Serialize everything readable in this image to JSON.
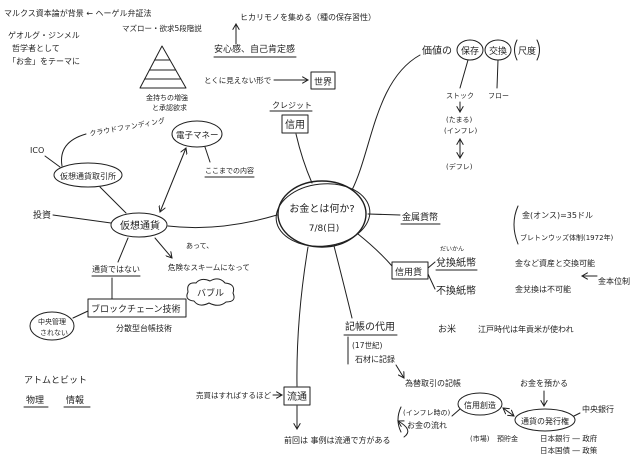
{
  "colors": {
    "ink": "#1f1f1f",
    "paper": "#ffffff"
  },
  "center": {
    "title": "お金とは何か?",
    "date": "7/8(日)"
  },
  "top_left": {
    "marx": "マルクス資本論が背景 ← ヘーゲル弁証法",
    "simmel": [
      "ゲオルグ・ジンメル",
      "哲学者として",
      "「お金」をテーマに"
    ]
  },
  "maslow": {
    "title": "マズロー・欲求5段階説",
    "note": [
      "金持ちの増強",
      "と承認欲求"
    ]
  },
  "top_center": {
    "hikari": "ヒカリモノを集める（種の保存習性）",
    "anshin": "安心感、自己肯定感",
    "invisible": "とくに見えない形で",
    "world": "世界",
    "credit": "クレジット",
    "shinyo": "信用"
  },
  "value": {
    "label": "価値の",
    "functions": [
      "保存",
      "交換",
      "尺度"
    ],
    "stock": "ストック",
    "flow": "フロー",
    "tamaru": "(たまる)",
    "inflation": "(インフレ)",
    "deflation": "(デフレ)"
  },
  "metal": {
    "label": "金属貨幣",
    "gold": "金(オンス)=35ドル",
    "bretton": "ブレトンウッズ体制(1972年)"
  },
  "credit_money": {
    "label": "信用貨",
    "dakan_reading": "だいかん",
    "convertible": "兌換紙幣",
    "inconvertible": "不換紙幣",
    "convertible_note": "金など資産と交換可能",
    "inconvertible_note": "金兌換は不可能",
    "gold_standard": "金本位制"
  },
  "ledger": {
    "label": "記帳の代用",
    "century": "(17世紀)",
    "stone": "石材に記録",
    "exchange_record": "為替取引の記帳",
    "rice": "お米",
    "edo": "江戸時代は年貢米が使われ",
    "deposit": "お金を預かる",
    "creation": "信用創造",
    "issuance": "通貨の発行権",
    "central_bank": "中央銀行",
    "boj": "日本銀行 ― 政府",
    "bond": "日本国債 ― 政策",
    "market": "(市場)",
    "savings": "預貯金",
    "flow_note": [
      "(インフレ時の)",
      "お金の流れ"
    ]
  },
  "circulation": {
    "label": "流通",
    "trade": "売買はすればするほど",
    "previous": "前回は 事例は流通で方がある"
  },
  "atom_bit": {
    "title": "アトムとビット",
    "physical": "物理",
    "information": "情報"
  },
  "crypto": {
    "label": "仮想通貨",
    "ico": "ICO",
    "exchange": "仮想通貨取引所",
    "crowdfunding": "クラウドファンディング",
    "emoney": "電子マネー",
    "emoney_note": "ここまでの内容",
    "investment": "投資",
    "not_currency": "通貨ではない",
    "danger_pre": "あって、",
    "danger": "危険なスキームになって",
    "bubble": "バブル",
    "blockchain": "ブロックチェーン技術",
    "dlt": "分散型台帳技術",
    "decentral": [
      "中央管理",
      "されない"
    ]
  }
}
